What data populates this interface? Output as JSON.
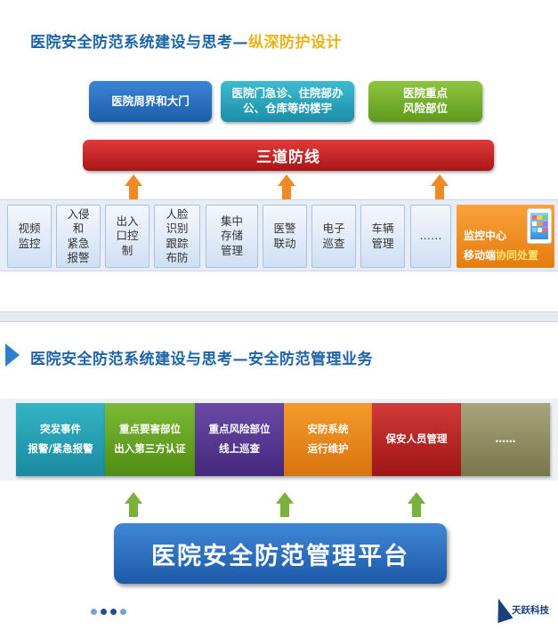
{
  "section1": {
    "title_main": "医院安全防范系统建设与思考—",
    "title_highlight": "纵深防护设计",
    "zones": [
      {
        "label": "医院周界和大门"
      },
      {
        "label": "医院门急诊、住院部办\n公、仓库等的楼宇"
      },
      {
        "label": "医院重点\n风险部位"
      }
    ],
    "defense_bar": "三道防线",
    "systems": [
      "视频\n监控",
      "入侵\n和\n紧急\n报警",
      "出入\n口控\n制",
      "人脸\n识别\n跟踪\n布防",
      "集中\n存储\n管理",
      "医警\n联动",
      "电子\n巡查",
      "车辆\n管理",
      "……"
    ],
    "monitor": {
      "line1": "监控中心",
      "line2_prefix": "移动端",
      "line2_highlight": "协同处置"
    }
  },
  "section2": {
    "title": "医院安全防范系统建设与思考—安全防范管理业务",
    "segments": [
      "突发事件\n报警/紧急报警",
      "重点要害部位\n出入第三方认证",
      "重点风险部位\n线上巡查",
      "安防系统\n运行维护",
      "保安人员管理",
      "……"
    ],
    "platform": "医院安全防范管理平台"
  },
  "footer": {
    "logo_text": "天跃科技",
    "dot_colors": [
      "#7f9fc8",
      "#1e4f8c",
      "#1e4f8c",
      "#7f9fc8"
    ]
  },
  "colors": {
    "title_blue": "#1e63a8",
    "highlight_yellow": "#e8b317",
    "arrow_orange": "#f08a24",
    "arrow_green": "#7ab13a"
  }
}
